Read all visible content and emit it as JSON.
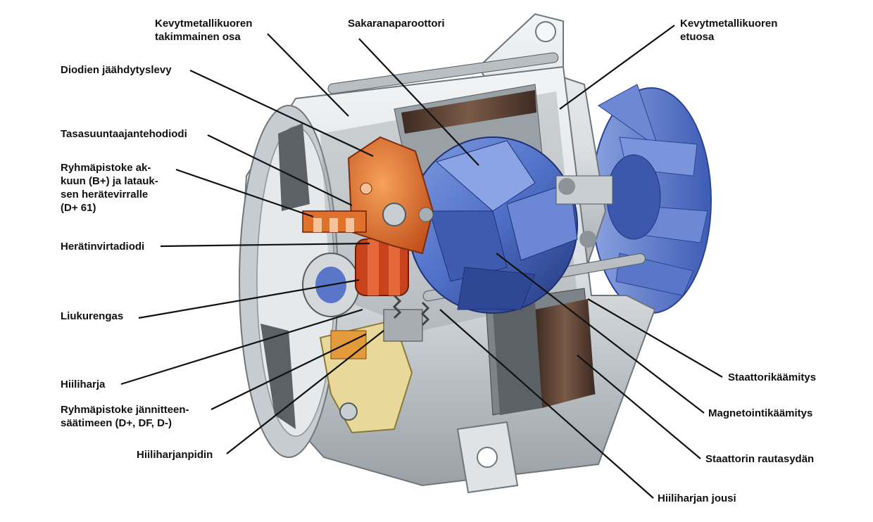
{
  "diagram": {
    "labels": {
      "rear_housing": "Kevytmetallikuoren\ntakimmainen osa",
      "claw_rotor": "Sakaranaparoottori",
      "front_housing": "Kevytmetallikuoren\netuosa",
      "heat_sink": "Diodien jäähdytyslevy",
      "power_diode": "Tasasuuntaajantehodiodi",
      "battery_terminal": "Ryhmäpistoke ak-\nkuun (B+) ja latauk-\nsen herätevirralle\n(D+ 61)",
      "excitation_diode": "Herätinvirtadiodi",
      "slip_ring": "Liukurengas",
      "carbon_brush": "Hiiliharja",
      "regulator_terminal": "Ryhmäpistoke jännitteen-\nsäätimeen (D+, DF, D-)",
      "brush_holder": "Hiiliharjanpidin",
      "stator_winding": "Staattorikäämitys",
      "field_winding": "Magnetointikäämitys",
      "stator_core": "Staattorin rautasydän",
      "brush_spring": "Hiiliharjan jousi"
    },
    "colors": {
      "housing": "#d9dde0",
      "housing_shadow": "#8d9499",
      "rotor": "#4f6fc7",
      "rotor_dark": "#263f8c",
      "fan": "#5877c9",
      "heat_sink": "#e0702a",
      "slip_ring": "#c8421c",
      "copper_winding": "#6a4a3a",
      "brush_holder": "#e8d99a",
      "leader_line": "#111111"
    }
  }
}
